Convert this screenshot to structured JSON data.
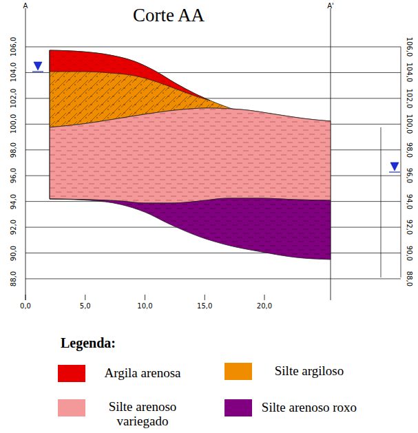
{
  "diagram": {
    "title": "Corte AA",
    "labels": [
      "A",
      "A'",
      "106,0",
      "104,0",
      "102,0",
      "100,0",
      "98,0",
      "96,0",
      "94,0",
      "92,0",
      "90,0",
      "88,0",
      "106,0",
      "104,0",
      "102,0",
      "100,0",
      "98,0",
      "96,0",
      "94,0",
      "92,0",
      "90,0",
      "88,0",
      "0,0",
      "5,0",
      "10,0",
      "15,0",
      "20,0",
      "Legenda:"
    ],
    "legend": [
      {
        "text": "Argila arenosa",
        "color": "#e60000"
      },
      {
        "text": "Silte argiloso",
        "color": "#f08c00"
      },
      {
        "text": "Silte arenoso variegado",
        "color": "#f4999a"
      },
      {
        "text": "Silte arenoso roxo",
        "color": "#800080"
      }
    ]
  }
}
